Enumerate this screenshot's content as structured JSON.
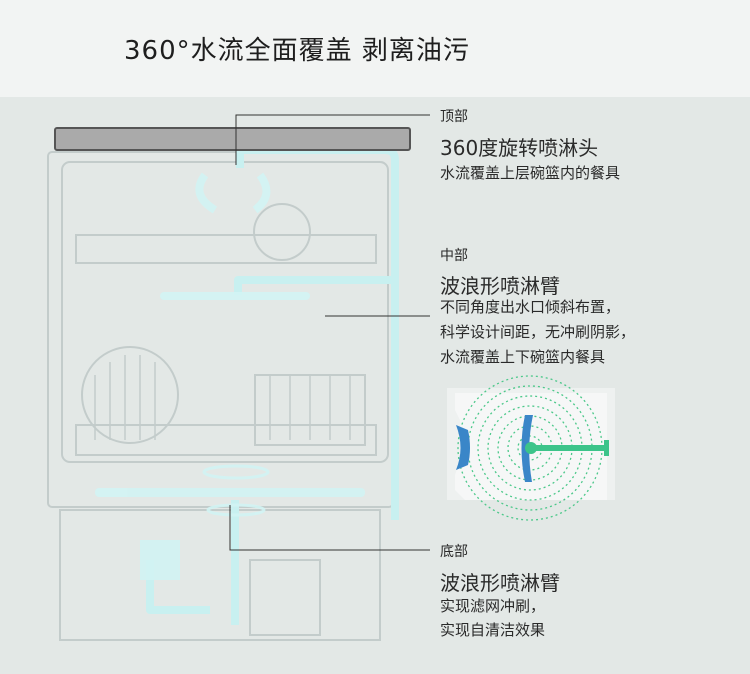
{
  "title": "360°水流全面覆盖 剥离油污",
  "sections": [
    {
      "position": "顶部",
      "heading": "360度旋转喷淋头",
      "lines": [
        "水流覆盖上层碗篮内的餐具"
      ]
    },
    {
      "position": "中部",
      "heading": "波浪形喷淋臂",
      "lines": [
        "不同角度出水口倾斜布置，",
        "科学设计间距，无冲刷阴影，",
        "水流覆盖上下碗篮内餐具"
      ]
    },
    {
      "position": "底部",
      "heading": "波浪形喷淋臂",
      "lines": [
        "实现滤网冲刷，",
        "实现自清洁效果"
      ]
    }
  ],
  "colors": {
    "water": "#c8f0f0",
    "arm_green": "#3cc48a",
    "arm_blue": "#3a86c8"
  }
}
